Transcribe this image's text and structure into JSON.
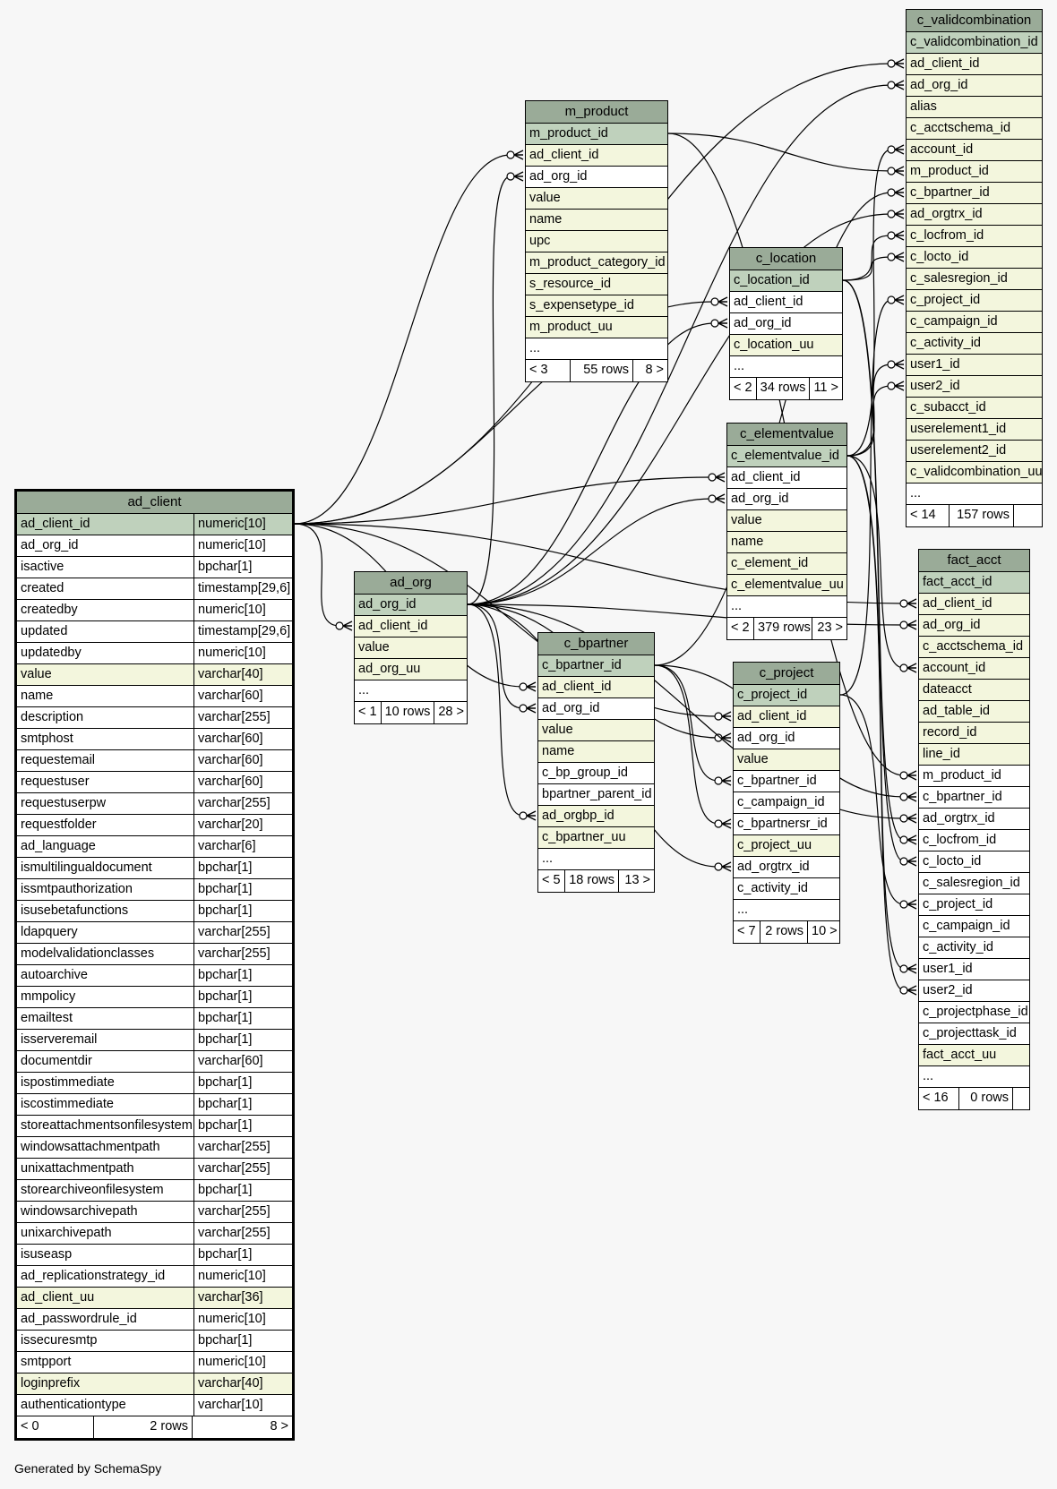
{
  "generated_by": "Generated by SchemaSpy",
  "tables": [
    {
      "name": "c_validcombination",
      "columns": [
        {
          "name": "c_validcombination_id",
          "kind": "pk"
        },
        {
          "name": "ad_client_id",
          "kind": "idx"
        },
        {
          "name": "ad_org_id",
          "kind": "idx"
        },
        {
          "name": "alias",
          "kind": "idx"
        },
        {
          "name": "c_acctschema_id",
          "kind": "idx"
        },
        {
          "name": "account_id",
          "kind": "idx"
        },
        {
          "name": "m_product_id",
          "kind": "idx"
        },
        {
          "name": "c_bpartner_id",
          "kind": "idx"
        },
        {
          "name": "ad_orgtrx_id",
          "kind": "idx"
        },
        {
          "name": "c_locfrom_id",
          "kind": "idx"
        },
        {
          "name": "c_locto_id",
          "kind": "idx"
        },
        {
          "name": "c_salesregion_id",
          "kind": "idx"
        },
        {
          "name": "c_project_id",
          "kind": "idx"
        },
        {
          "name": "c_campaign_id",
          "kind": "idx"
        },
        {
          "name": "c_activity_id",
          "kind": "idx"
        },
        {
          "name": "user1_id",
          "kind": "idx"
        },
        {
          "name": "user2_id",
          "kind": "idx"
        },
        {
          "name": "c_subacct_id",
          "kind": "idx"
        },
        {
          "name": "userelement1_id",
          "kind": "idx"
        },
        {
          "name": "userelement2_id",
          "kind": "idx"
        },
        {
          "name": "c_validcombination_uu",
          "kind": "idx"
        },
        {
          "name": "...",
          "kind": "plain"
        }
      ],
      "footer": [
        "< 14",
        "157 rows",
        ""
      ]
    },
    {
      "name": "m_product",
      "columns": [
        {
          "name": "m_product_id",
          "kind": "pk"
        },
        {
          "name": "ad_client_id",
          "kind": "idx"
        },
        {
          "name": "ad_org_id",
          "kind": "plain"
        },
        {
          "name": "value",
          "kind": "idx"
        },
        {
          "name": "name",
          "kind": "idx"
        },
        {
          "name": "upc",
          "kind": "idx"
        },
        {
          "name": "m_product_category_id",
          "kind": "idx"
        },
        {
          "name": "s_resource_id",
          "kind": "idx"
        },
        {
          "name": "s_expensetype_id",
          "kind": "idx"
        },
        {
          "name": "m_product_uu",
          "kind": "idx"
        },
        {
          "name": "...",
          "kind": "plain"
        }
      ],
      "footer": [
        "< 3",
        "55 rows",
        "8 >"
      ]
    },
    {
      "name": "c_location",
      "columns": [
        {
          "name": "c_location_id",
          "kind": "pk"
        },
        {
          "name": "ad_client_id",
          "kind": "plain"
        },
        {
          "name": "ad_org_id",
          "kind": "plain"
        },
        {
          "name": "c_location_uu",
          "kind": "idx"
        },
        {
          "name": "...",
          "kind": "plain"
        }
      ],
      "footer": [
        "< 2",
        "34 rows",
        "11 >"
      ]
    },
    {
      "name": "c_elementvalue",
      "columns": [
        {
          "name": "c_elementvalue_id",
          "kind": "pk"
        },
        {
          "name": "ad_client_id",
          "kind": "plain"
        },
        {
          "name": "ad_org_id",
          "kind": "plain"
        },
        {
          "name": "value",
          "kind": "idx"
        },
        {
          "name": "name",
          "kind": "idx"
        },
        {
          "name": "c_element_id",
          "kind": "idx"
        },
        {
          "name": "c_elementvalue_uu",
          "kind": "idx"
        },
        {
          "name": "...",
          "kind": "plain"
        }
      ],
      "footer": [
        "< 2",
        "379 rows",
        "23 >"
      ]
    },
    {
      "name": "ad_client",
      "columns": [
        {
          "name": "ad_client_id",
          "type": "numeric[10]",
          "kind": "pk"
        },
        {
          "name": "ad_org_id",
          "type": "numeric[10]",
          "kind": "plain"
        },
        {
          "name": "isactive",
          "type": "bpchar[1]",
          "kind": "plain"
        },
        {
          "name": "created",
          "type": "timestamp[29,6]",
          "kind": "plain"
        },
        {
          "name": "createdby",
          "type": "numeric[10]",
          "kind": "plain"
        },
        {
          "name": "updated",
          "type": "timestamp[29,6]",
          "kind": "plain"
        },
        {
          "name": "updatedby",
          "type": "numeric[10]",
          "kind": "plain"
        },
        {
          "name": "value",
          "type": "varchar[40]",
          "kind": "idx"
        },
        {
          "name": "name",
          "type": "varchar[60]",
          "kind": "plain"
        },
        {
          "name": "description",
          "type": "varchar[255]",
          "kind": "plain"
        },
        {
          "name": "smtphost",
          "type": "varchar[60]",
          "kind": "plain"
        },
        {
          "name": "requestemail",
          "type": "varchar[60]",
          "kind": "plain"
        },
        {
          "name": "requestuser",
          "type": "varchar[60]",
          "kind": "plain"
        },
        {
          "name": "requestuserpw",
          "type": "varchar[255]",
          "kind": "plain"
        },
        {
          "name": "requestfolder",
          "type": "varchar[20]",
          "kind": "plain"
        },
        {
          "name": "ad_language",
          "type": "varchar[6]",
          "kind": "plain"
        },
        {
          "name": "ismultilingualdocument",
          "type": "bpchar[1]",
          "kind": "plain"
        },
        {
          "name": "issmtpauthorization",
          "type": "bpchar[1]",
          "kind": "plain"
        },
        {
          "name": "isusebetafunctions",
          "type": "bpchar[1]",
          "kind": "plain"
        },
        {
          "name": "ldapquery",
          "type": "varchar[255]",
          "kind": "plain"
        },
        {
          "name": "modelvalidationclasses",
          "type": "varchar[255]",
          "kind": "plain"
        },
        {
          "name": "autoarchive",
          "type": "bpchar[1]",
          "kind": "plain"
        },
        {
          "name": "mmpolicy",
          "type": "bpchar[1]",
          "kind": "plain"
        },
        {
          "name": "emailtest",
          "type": "bpchar[1]",
          "kind": "plain"
        },
        {
          "name": "isserveremail",
          "type": "bpchar[1]",
          "kind": "plain"
        },
        {
          "name": "documentdir",
          "type": "varchar[60]",
          "kind": "plain"
        },
        {
          "name": "ispostimmediate",
          "type": "bpchar[1]",
          "kind": "plain"
        },
        {
          "name": "iscostimmediate",
          "type": "bpchar[1]",
          "kind": "plain"
        },
        {
          "name": "storeattachmentsonfilesystem",
          "type": "bpchar[1]",
          "kind": "plain"
        },
        {
          "name": "windowsattachmentpath",
          "type": "varchar[255]",
          "kind": "plain"
        },
        {
          "name": "unixattachmentpath",
          "type": "varchar[255]",
          "kind": "plain"
        },
        {
          "name": "storearchiveonfilesystem",
          "type": "bpchar[1]",
          "kind": "plain"
        },
        {
          "name": "windowsarchivepath",
          "type": "varchar[255]",
          "kind": "plain"
        },
        {
          "name": "unixarchivepath",
          "type": "varchar[255]",
          "kind": "plain"
        },
        {
          "name": "isuseasp",
          "type": "bpchar[1]",
          "kind": "plain"
        },
        {
          "name": "ad_replicationstrategy_id",
          "type": "numeric[10]",
          "kind": "plain"
        },
        {
          "name": "ad_client_uu",
          "type": "varchar[36]",
          "kind": "idx"
        },
        {
          "name": "ad_passwordrule_id",
          "type": "numeric[10]",
          "kind": "plain"
        },
        {
          "name": "issecuresmtp",
          "type": "bpchar[1]",
          "kind": "plain"
        },
        {
          "name": "smtpport",
          "type": "numeric[10]",
          "kind": "plain"
        },
        {
          "name": "loginprefix",
          "type": "varchar[40]",
          "kind": "idx"
        },
        {
          "name": "authenticationtype",
          "type": "varchar[10]",
          "kind": "plain"
        }
      ],
      "footer": [
        "< 0",
        "2 rows",
        "8 >"
      ]
    },
    {
      "name": "ad_org",
      "columns": [
        {
          "name": "ad_org_id",
          "kind": "pk"
        },
        {
          "name": "ad_client_id",
          "kind": "idx"
        },
        {
          "name": "value",
          "kind": "idx"
        },
        {
          "name": "ad_org_uu",
          "kind": "idx"
        },
        {
          "name": "...",
          "kind": "plain"
        }
      ],
      "footer": [
        "< 1",
        "10 rows",
        "28 >"
      ]
    },
    {
      "name": "c_bpartner",
      "columns": [
        {
          "name": "c_bpartner_id",
          "kind": "pk"
        },
        {
          "name": "ad_client_id",
          "kind": "idx"
        },
        {
          "name": "ad_org_id",
          "kind": "plain"
        },
        {
          "name": "value",
          "kind": "idx"
        },
        {
          "name": "name",
          "kind": "idx"
        },
        {
          "name": "c_bp_group_id",
          "kind": "plain"
        },
        {
          "name": "bpartner_parent_id",
          "kind": "plain"
        },
        {
          "name": "ad_orgbp_id",
          "kind": "idx"
        },
        {
          "name": "c_bpartner_uu",
          "kind": "idx"
        },
        {
          "name": "...",
          "kind": "plain"
        }
      ],
      "footer": [
        "< 5",
        "18 rows",
        "13 >"
      ]
    },
    {
      "name": "c_project",
      "columns": [
        {
          "name": "c_project_id",
          "kind": "pk"
        },
        {
          "name": "ad_client_id",
          "kind": "idx"
        },
        {
          "name": "ad_org_id",
          "kind": "plain"
        },
        {
          "name": "value",
          "kind": "idx"
        },
        {
          "name": "c_bpartner_id",
          "kind": "plain"
        },
        {
          "name": "c_campaign_id",
          "kind": "plain"
        },
        {
          "name": "c_bpartnersr_id",
          "kind": "plain"
        },
        {
          "name": "c_project_uu",
          "kind": "idx"
        },
        {
          "name": "ad_orgtrx_id",
          "kind": "plain"
        },
        {
          "name": "c_activity_id",
          "kind": "plain"
        },
        {
          "name": "...",
          "kind": "plain"
        }
      ],
      "footer": [
        "< 7",
        "2 rows",
        "10 >"
      ]
    },
    {
      "name": "fact_acct",
      "columns": [
        {
          "name": "fact_acct_id",
          "kind": "pk"
        },
        {
          "name": "ad_client_id",
          "kind": "idx"
        },
        {
          "name": "ad_org_id",
          "kind": "idx"
        },
        {
          "name": "c_acctschema_id",
          "kind": "idx"
        },
        {
          "name": "account_id",
          "kind": "idx"
        },
        {
          "name": "dateacct",
          "kind": "idx"
        },
        {
          "name": "ad_table_id",
          "kind": "idx"
        },
        {
          "name": "record_id",
          "kind": "idx"
        },
        {
          "name": "line_id",
          "kind": "idx"
        },
        {
          "name": "m_product_id",
          "kind": "plain"
        },
        {
          "name": "c_bpartner_id",
          "kind": "plain"
        },
        {
          "name": "ad_orgtrx_id",
          "kind": "plain"
        },
        {
          "name": "c_locfrom_id",
          "kind": "plain"
        },
        {
          "name": "c_locto_id",
          "kind": "plain"
        },
        {
          "name": "c_salesregion_id",
          "kind": "plain"
        },
        {
          "name": "c_project_id",
          "kind": "plain"
        },
        {
          "name": "c_campaign_id",
          "kind": "plain"
        },
        {
          "name": "c_activity_id",
          "kind": "plain"
        },
        {
          "name": "user1_id",
          "kind": "plain"
        },
        {
          "name": "user2_id",
          "kind": "plain"
        },
        {
          "name": "c_projectphase_id",
          "kind": "plain"
        },
        {
          "name": "c_projecttask_id",
          "kind": "plain"
        },
        {
          "name": "fact_acct_uu",
          "kind": "idx"
        },
        {
          "name": "...",
          "kind": "plain"
        }
      ],
      "footer": [
        "< 16",
        "0 rows",
        ""
      ]
    }
  ],
  "relationships": [
    {
      "from": "ad_client.ad_client_id",
      "to": "c_validcombination.ad_client_id"
    },
    {
      "from": "ad_org.ad_org_id",
      "to": "c_validcombination.ad_org_id"
    },
    {
      "from": "c_elementvalue.c_elementvalue_id",
      "to": "c_validcombination.account_id"
    },
    {
      "from": "m_product.m_product_id",
      "to": "c_validcombination.m_product_id"
    },
    {
      "from": "c_bpartner.c_bpartner_id",
      "to": "c_validcombination.c_bpartner_id"
    },
    {
      "from": "ad_org.ad_org_id",
      "to": "c_validcombination.ad_orgtrx_id"
    },
    {
      "from": "c_location.c_location_id",
      "to": "c_validcombination.c_locfrom_id"
    },
    {
      "from": "c_location.c_location_id",
      "to": "c_validcombination.c_locto_id"
    },
    {
      "from": "c_project.c_project_id",
      "to": "c_validcombination.c_project_id"
    },
    {
      "from": "c_elementvalue.c_elementvalue_id",
      "to": "c_validcombination.user1_id"
    },
    {
      "from": "c_elementvalue.c_elementvalue_id",
      "to": "c_validcombination.user2_id"
    },
    {
      "from": "ad_client.ad_client_id",
      "to": "m_product.ad_client_id"
    },
    {
      "from": "ad_org.ad_org_id",
      "to": "m_product.ad_org_id"
    },
    {
      "from": "ad_client.ad_client_id",
      "to": "c_location.ad_client_id"
    },
    {
      "from": "ad_org.ad_org_id",
      "to": "c_location.ad_org_id"
    },
    {
      "from": "ad_client.ad_client_id",
      "to": "c_elementvalue.ad_client_id"
    },
    {
      "from": "ad_org.ad_org_id",
      "to": "c_elementvalue.ad_org_id"
    },
    {
      "from": "ad_client.ad_client_id",
      "to": "ad_org.ad_client_id"
    },
    {
      "from": "ad_client.ad_client_id",
      "to": "c_bpartner.ad_client_id"
    },
    {
      "from": "ad_org.ad_org_id",
      "to": "c_bpartner.ad_org_id"
    },
    {
      "from": "ad_org.ad_org_id",
      "to": "c_bpartner.ad_orgbp_id"
    },
    {
      "from": "ad_client.ad_client_id",
      "to": "c_project.ad_client_id"
    },
    {
      "from": "ad_org.ad_org_id",
      "to": "c_project.ad_org_id"
    },
    {
      "from": "c_bpartner.c_bpartner_id",
      "to": "c_project.c_bpartner_id"
    },
    {
      "from": "c_bpartner.c_bpartner_id",
      "to": "c_project.c_bpartnersr_id"
    },
    {
      "from": "ad_org.ad_org_id",
      "to": "c_project.ad_orgtrx_id"
    },
    {
      "from": "ad_client.ad_client_id",
      "to": "fact_acct.ad_client_id"
    },
    {
      "from": "ad_org.ad_org_id",
      "to": "fact_acct.ad_org_id"
    },
    {
      "from": "c_elementvalue.c_elementvalue_id",
      "to": "fact_acct.account_id"
    },
    {
      "from": "m_product.m_product_id",
      "to": "fact_acct.m_product_id"
    },
    {
      "from": "c_bpartner.c_bpartner_id",
      "to": "fact_acct.c_bpartner_id"
    },
    {
      "from": "ad_org.ad_org_id",
      "to": "fact_acct.ad_orgtrx_id"
    },
    {
      "from": "c_location.c_location_id",
      "to": "fact_acct.c_locfrom_id"
    },
    {
      "from": "c_location.c_location_id",
      "to": "fact_acct.c_locto_id"
    },
    {
      "from": "c_project.c_project_id",
      "to": "fact_acct.c_project_id"
    },
    {
      "from": "c_elementvalue.c_elementvalue_id",
      "to": "fact_acct.user1_id"
    },
    {
      "from": "c_elementvalue.c_elementvalue_id",
      "to": "fact_acct.user2_id"
    }
  ]
}
